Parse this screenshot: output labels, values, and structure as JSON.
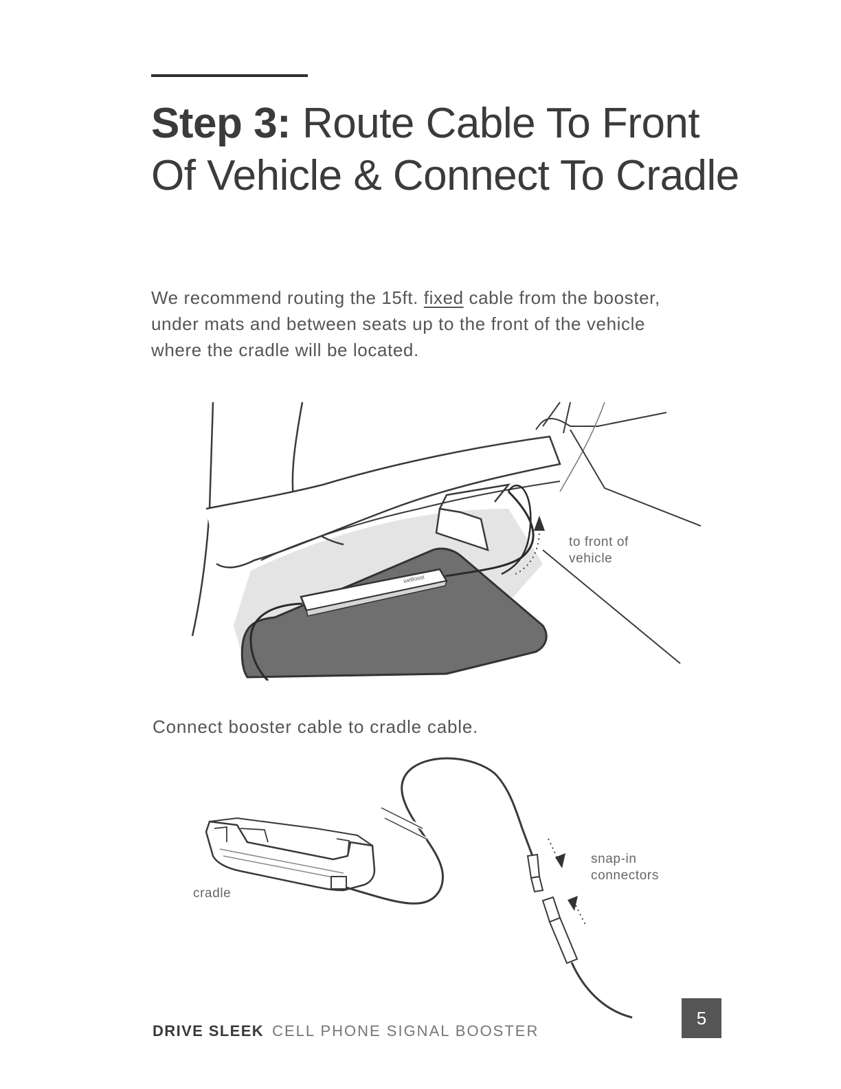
{
  "heading": {
    "step": "Step 3:",
    "title": "Route Cable To Front Of Vehicle & Connect To Cradle"
  },
  "intro": {
    "before": "We recommend routing the 15ft. ",
    "underlined": "fixed",
    "after": " cable from the booster, under mats and between seats up to the front of the vehicle where the cradle will be located."
  },
  "figure1": {
    "label_line1": "to front of",
    "label_line2": "vehicle",
    "device_mark": "weBoost"
  },
  "connect_text": "Connect booster cable to cradle cable.",
  "figure2": {
    "cradle_label": "cradle",
    "connector_label_line1": "snap-in",
    "connector_label_line2": "connectors"
  },
  "footer": {
    "brand": "DRIVE SLEEK",
    "subtitle": "CELL PHONE SIGNAL BOOSTER",
    "page_number": "5"
  }
}
